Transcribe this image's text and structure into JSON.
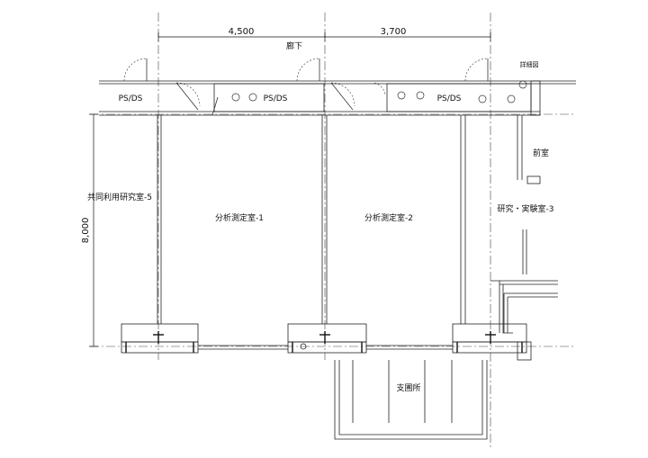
{
  "dimensions": {
    "top_left": "4,500",
    "top_right": "3,700",
    "left_vertical": "8,000"
  },
  "rooms": {
    "corridor": "廊下",
    "ps_ds_1": "PS/DS",
    "ps_ds_2": "PS/DS",
    "ps_ds_3": "PS/DS",
    "shared_lab": "共同利用研究室-5",
    "analysis_1": "分析測定室-1",
    "analysis_2": "分析測定室-2",
    "lab_3": "研究・実験室-3",
    "anteroom": "前室",
    "support_room": "支圃所"
  },
  "annotations": {
    "top_right_note": "詳細図"
  }
}
